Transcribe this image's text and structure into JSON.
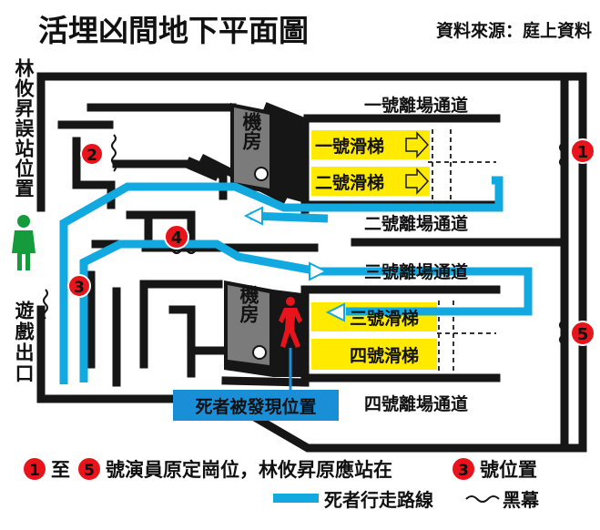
{
  "title": "活埋凶間地下平面圖",
  "source": "資料來源：庭上資料",
  "passages": {
    "p1": "一號離場通道",
    "p2": "二號離場通道",
    "p3": "三號離場通道",
    "p4": "四號離場通道"
  },
  "slides": {
    "s1": "一號滑梯",
    "s2": "二號滑梯",
    "s3": "三號滑梯",
    "s4": "四號滑梯"
  },
  "machine_room": "機房",
  "left_labels": {
    "misplaced": "林攸昇誤站位置",
    "exit": "遊戲出口"
  },
  "markers": [
    "1",
    "2",
    "3",
    "4",
    "5"
  ],
  "death_location": "死者被發現位置",
  "footnote": {
    "from": "1",
    "word_to": "至",
    "to": "5",
    "text_a": "號演員原定崗位，林攸昇原應站在",
    "pos": "3",
    "text_b": "號位置"
  },
  "legend": {
    "route": "死者行走路線",
    "curtain": "黑幕"
  },
  "colors": {
    "route": "#12a9e0",
    "slide": "#ffea00",
    "marker": "#e8141c",
    "room": "#7b7b7b",
    "figure_green": "#159a3c",
    "figure_red": "#e8141c",
    "label_box": "#1a8fd8"
  }
}
